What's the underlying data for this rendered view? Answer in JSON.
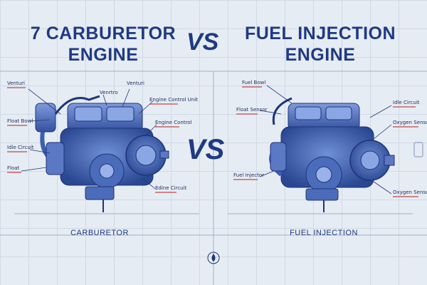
{
  "title_left": {
    "line1": "7 CARBURETOR",
    "line2": "ENGINE"
  },
  "title_vs": "VS",
  "title_right": {
    "line1": "FUEL INJECTION",
    "line2": "ENGINE"
  },
  "center_vs": "VS",
  "captions": {
    "left": "CARBURETOR",
    "right": "FUEL INJECTION"
  },
  "left_labels": {
    "venturi": "Venturi",
    "venturi2": "Venrtro",
    "float_bowl": "Float Bowl",
    "engine_control_unit": "Engine Control Unit",
    "engine_control": "Engine Control",
    "idle_circuit": "Idle Circuit",
    "float": "Float",
    "engine_circuit": "Edine Circuit"
  },
  "right_labels": {
    "fuel_bowl": "Fuel Bowl",
    "float_sensor": "Float Sensor",
    "idle_circuit": "Idle Circuit",
    "oxygen_sensor": "Oxygen Sensor",
    "fuel_injector": "Fuel Injector",
    "oxygen_sensor2": "Oxygen Sensor"
  },
  "colors": {
    "background": "#e6ecf3",
    "ink": "#1f3a84",
    "engine": "#3d5fb0",
    "accent": "#c65a5a"
  }
}
